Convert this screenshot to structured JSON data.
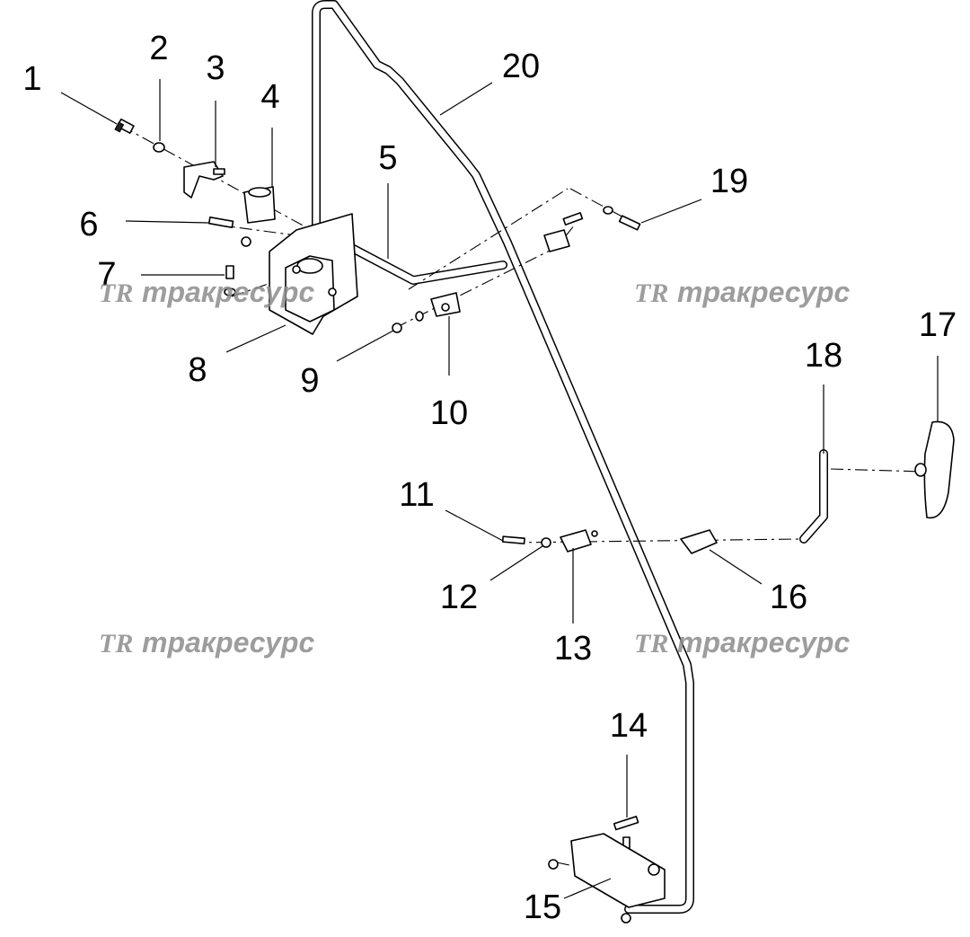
{
  "callouts": {
    "c1": "1",
    "c2": "2",
    "c3": "3",
    "c4": "4",
    "c5": "5",
    "c6": "6",
    "c7": "7",
    "c8": "8",
    "c9": "9",
    "c10": "10",
    "c11": "11",
    "c12": "12",
    "c13": "13",
    "c14": "14",
    "c15": "15",
    "c16": "16",
    "c17": "17",
    "c18": "18",
    "c19": "19",
    "c20": "20"
  },
  "watermark": {
    "logo": "TR",
    "text": "тракресурс"
  }
}
